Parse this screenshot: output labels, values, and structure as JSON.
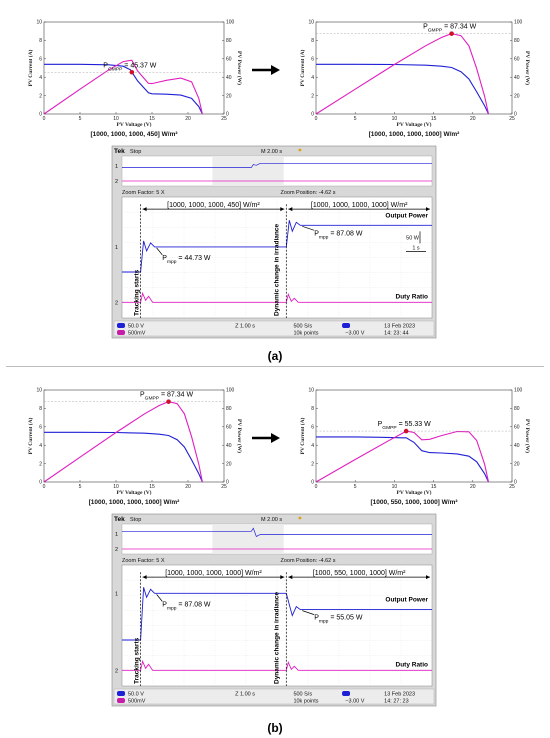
{
  "chart_data": [
    {
      "type": "line",
      "panel": "a",
      "position": "left",
      "xlabel": "PV Voltage (V)",
      "ylabel": "PV Current (A)",
      "y2label": "PV Power (W)",
      "xlim": [
        0,
        25
      ],
      "ylim": [
        0,
        10
      ],
      "y2lim": [
        0,
        100
      ],
      "xticks": [
        0,
        5,
        10,
        15,
        20,
        25
      ],
      "yticks": [
        0,
        2,
        4,
        6,
        8,
        10
      ],
      "y2ticks": [
        0,
        20,
        40,
        60,
        80,
        100
      ],
      "irradiance": "[1000, 1000, 1000, 450] W/m²",
      "mpp_label": "P_GMPP = 45.37 W",
      "mpp": {
        "v": 12.2,
        "p": 45.37
      },
      "series": [
        {
          "axis": "current",
          "color": "#1f1fd6",
          "x": [
            0,
            5,
            9,
            11,
            12,
            13,
            14.5,
            15,
            17,
            19,
            20.5,
            21.5,
            22
          ],
          "y": [
            5.4,
            5.4,
            5.35,
            5.2,
            4.8,
            3.6,
            2.3,
            2.2,
            2.15,
            2.05,
            1.7,
            0.8,
            0
          ]
        },
        {
          "axis": "power",
          "color": "#e020c0",
          "x": [
            0,
            5,
            9,
            11,
            12.2,
            13,
            14.5,
            15,
            17,
            19,
            20.5,
            21.5,
            22
          ],
          "y": [
            0,
            27,
            48,
            57,
            58.5,
            46.8,
            33.4,
            33,
            36.6,
            39,
            35,
            17,
            0
          ]
        }
      ]
    },
    {
      "type": "line",
      "panel": "a",
      "position": "right",
      "xlabel": "PV Voltage (V)",
      "ylabel": "PV Current (A)",
      "y2label": "PV Power (W)",
      "xlim": [
        0,
        25
      ],
      "ylim": [
        0,
        10
      ],
      "y2lim": [
        0,
        100
      ],
      "xticks": [
        0,
        5,
        10,
        15,
        20,
        25
      ],
      "yticks": [
        0,
        2,
        4,
        6,
        8,
        10
      ],
      "y2ticks": [
        0,
        20,
        40,
        60,
        80,
        100
      ],
      "irradiance": "[1000, 1000, 1000, 1000] W/m²",
      "mpp_label": "P_GMPP = 87.34 W",
      "mpp": {
        "v": 17.3,
        "p": 87.34
      },
      "series": [
        {
          "axis": "current",
          "color": "#1f1fd6",
          "x": [
            0,
            5,
            10,
            14,
            16,
            17.3,
            18.5,
            19.5,
            20.5,
            21.5,
            22
          ],
          "y": [
            5.4,
            5.4,
            5.38,
            5.3,
            5.2,
            5.05,
            4.6,
            3.8,
            2.4,
            0.9,
            0
          ]
        },
        {
          "axis": "power",
          "color": "#e020c0",
          "x": [
            0,
            5,
            10,
            14,
            16,
            17.3,
            18.5,
            19.5,
            20.5,
            21.5,
            22
          ],
          "y": [
            0,
            27,
            53.8,
            74.2,
            83.2,
            87.34,
            85.1,
            74.1,
            49.2,
            19.4,
            0
          ]
        }
      ]
    },
    {
      "type": "line",
      "panel": "b",
      "position": "left",
      "xlabel": "PV Voltage (V)",
      "ylabel": "PV Current (A)",
      "y2label": "PV Power (W)",
      "xlim": [
        0,
        25
      ],
      "ylim": [
        0,
        10
      ],
      "y2lim": [
        0,
        100
      ],
      "xticks": [
        0,
        5,
        10,
        15,
        20,
        25
      ],
      "yticks": [
        0,
        2,
        4,
        6,
        8,
        10
      ],
      "y2ticks": [
        0,
        20,
        40,
        60,
        80,
        100
      ],
      "irradiance": "[1000, 1000, 1000, 1000] W/m²",
      "mpp_label": "P_GMPP = 87.34 W",
      "mpp": {
        "v": 17.3,
        "p": 87.34
      },
      "series": [
        {
          "axis": "current",
          "color": "#1f1fd6",
          "x": [
            0,
            5,
            10,
            14,
            16,
            17.3,
            18.5,
            19.5,
            20.5,
            21.5,
            22
          ],
          "y": [
            5.4,
            5.4,
            5.38,
            5.3,
            5.2,
            5.05,
            4.6,
            3.8,
            2.4,
            0.9,
            0
          ]
        },
        {
          "axis": "power",
          "color": "#e020c0",
          "x": [
            0,
            5,
            10,
            14,
            16,
            17.3,
            18.5,
            19.5,
            20.5,
            21.5,
            22
          ],
          "y": [
            0,
            27,
            53.8,
            74.2,
            83.2,
            87.34,
            85.1,
            74.1,
            49.2,
            19.4,
            0
          ]
        }
      ]
    },
    {
      "type": "line",
      "panel": "b",
      "position": "right",
      "xlabel": "PV Voltage (V)",
      "ylabel": "PV Current (A)",
      "y2label": "PV Power (W)",
      "xlim": [
        0,
        25
      ],
      "ylim": [
        0,
        10
      ],
      "y2lim": [
        0,
        100
      ],
      "xticks": [
        0,
        5,
        10,
        15,
        20,
        25
      ],
      "yticks": [
        0,
        2,
        4,
        6,
        8,
        10
      ],
      "y2ticks": [
        0,
        20,
        40,
        60,
        80,
        100
      ],
      "irradiance": "[1000, 550, 1000, 1000] W/m²",
      "mpp_label": "P_GMPP = 55.33 W",
      "mpp": {
        "v": 11.5,
        "p": 55.33
      },
      "series": [
        {
          "axis": "current",
          "color": "#1f1fd6",
          "x": [
            0,
            5,
            9,
            11,
            11.5,
            12.5,
            13.5,
            14.5,
            16,
            18,
            19.5,
            20.5,
            21.5,
            22
          ],
          "y": [
            4.9,
            4.9,
            4.85,
            4.8,
            4.8,
            4.3,
            3.4,
            3.2,
            3.15,
            3.05,
            2.8,
            2.2,
            0.9,
            0
          ]
        },
        {
          "axis": "power",
          "color": "#e020c0",
          "x": [
            0,
            5,
            9,
            11,
            11.5,
            12.5,
            13.5,
            14.5,
            16,
            18,
            19.5,
            20.5,
            21.5,
            22
          ],
          "y": [
            0,
            24.5,
            43.7,
            52.8,
            55.33,
            53.8,
            45.9,
            46.4,
            50.4,
            54.9,
            54.6,
            45.1,
            19.4,
            0
          ]
        }
      ]
    },
    {
      "type": "line",
      "panel": "a",
      "position": "oscilloscope",
      "status": "Stop",
      "timebase": "M 2.00 s",
      "zoom_factor": "Zoom Factor: 5 X",
      "zoom_position": "Zoom Position: -4.62 s",
      "segment_left": "[1000, 1000, 1000, 450] W/m²",
      "segment_right": "[1000, 1000, 1000, 1000] W/m²",
      "output_power_label": "Output Power",
      "duty_ratio_label": "Duty Ratio",
      "mpp_left": "P_mpp = 44.73 W",
      "mpp_right": "P_mpp = 87.08 W",
      "tracking_label": "Tracking starts",
      "dynamic_label": "Dynamic change in irradiance",
      "scale_v": "50 W",
      "scale_t": "1 s",
      "ch1": "50.0 V",
      "ch2": "500mV",
      "zoom_time": "Z 1.00 s",
      "sample_rate": "500 S/s",
      "points": "10k points",
      "trig": "−3.00 V",
      "date": "13 Feb 2023",
      "time": "14: 23: 44",
      "power_levels": {
        "before": 44.73,
        "after": 87.08
      }
    },
    {
      "type": "line",
      "panel": "b",
      "position": "oscilloscope",
      "status": "Stop",
      "timebase": "M 2.00 s",
      "zoom_factor": "Zoom Factor: 5 X",
      "zoom_position": "Zoom Position: -4.62 s",
      "segment_left": "[1000, 1000, 1000, 1000] W/m²",
      "segment_right": "[1000, 550, 1000, 1000] W/m²",
      "output_power_label": "Output Power",
      "duty_ratio_label": "Duty Ratio",
      "mpp_left": "P_mpp = 87.08 W",
      "mpp_right": "P_mpp = 55.05 W",
      "tracking_label": "Tracking starts",
      "dynamic_label": "Dynamic change in irradiance",
      "ch1": "50.0 V",
      "ch2": "500mV",
      "zoom_time": "Z 1.00 s",
      "sample_rate": "500 S/s",
      "points": "10k points",
      "trig": "−3.00 V",
      "date": "13 Feb 2023",
      "time": "14: 27: 23",
      "power_levels": {
        "before": 87.08,
        "after": 55.05
      }
    }
  ],
  "panels": {
    "a": "(a)",
    "b": "(b)"
  }
}
